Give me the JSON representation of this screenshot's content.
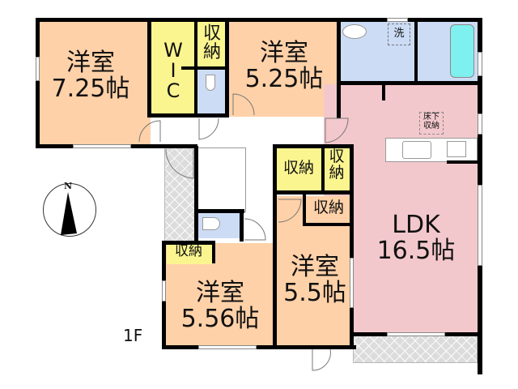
{
  "floor_label": "1F",
  "compass": {
    "label": "N"
  },
  "rooms": {
    "western_room_1": {
      "name": "洋室",
      "size": "7.25帖"
    },
    "wic": {
      "letters": [
        "W",
        "I",
        "C"
      ]
    },
    "storage_top": {
      "line1": "収",
      "line2": "納"
    },
    "western_room_2": {
      "name": "洋室",
      "size": "5.25帖"
    },
    "washroom": {
      "label": "洗"
    },
    "ldk": {
      "name": "LDK",
      "size": "16.5帖"
    },
    "underfloor_storage": {
      "line1": "床下",
      "line2": "収納"
    },
    "storage_mid_left": {
      "label": "収納"
    },
    "storage_mid_right": {
      "line1": "収",
      "line2": "納"
    },
    "storage_mid_lower": {
      "label": "収納"
    },
    "western_room_3": {
      "name": "洋室",
      "size": "5.5帖"
    },
    "storage_bottom_left": {
      "label": "収納"
    },
    "western_room_4": {
      "name": "洋室",
      "size": "5.56帖"
    }
  },
  "colors": {
    "bedroom": "#ffd1a8",
    "storage": "#fbf590",
    "wet_area": "#cddcf5",
    "ldk": "#f3c8cc",
    "bath": "#7ff0f0",
    "wall": "#000000"
  }
}
